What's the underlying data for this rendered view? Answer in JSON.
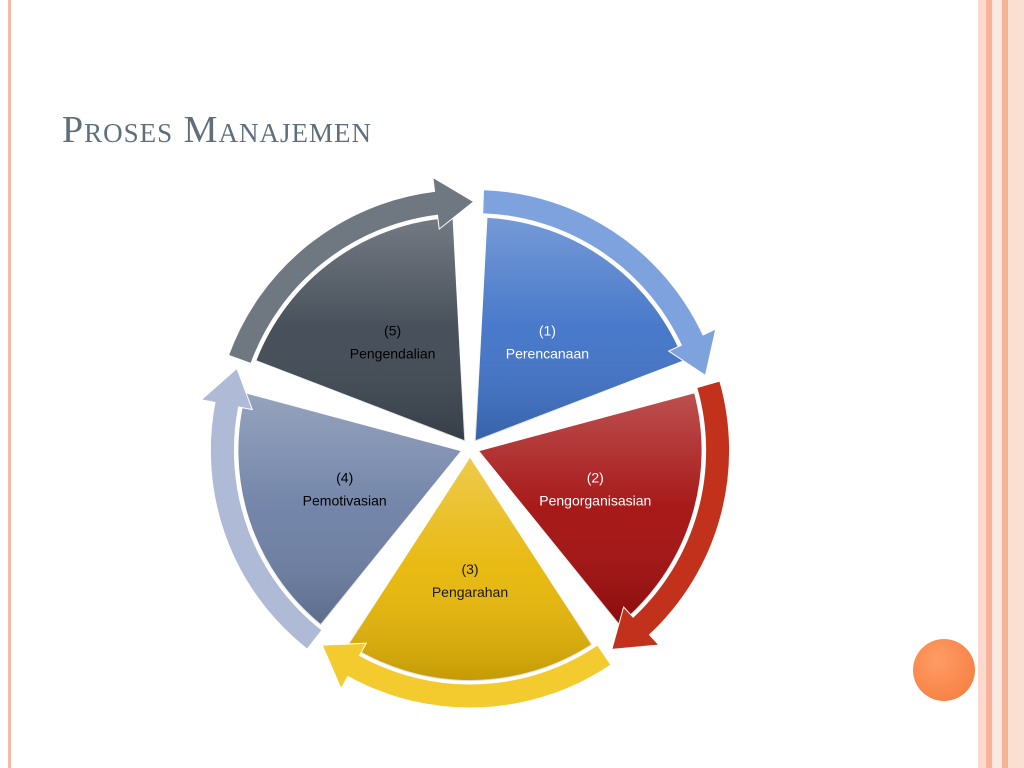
{
  "title": "Proses Manajemen",
  "segments": [
    {
      "number": "(1)",
      "label": "Perencanaan",
      "color": "#3f72c7",
      "arrow_color": "#7ea2dd",
      "text_color": "#ffffff"
    },
    {
      "number": "(2)",
      "label": "Pengorganisasian",
      "color": "#a30d0d",
      "arrow_color": "#c1311b",
      "text_color": "#ffffff"
    },
    {
      "number": "(3)",
      "label": "Pengarahan",
      "color": "#e7b606",
      "arrow_color": "#f3cb2e",
      "text_color": "#1a1a1a"
    },
    {
      "number": "(4)",
      "label": "Pemotivasian",
      "color": "#6c7fa4",
      "arrow_color": "#aebad6",
      "text_color": "#000000"
    },
    {
      "number": "(5)",
      "label": "Pengendalian",
      "color": "#3e4752",
      "arrow_color": "#6f7780",
      "text_color": "#000000"
    }
  ],
  "theme": {
    "border_color": "#f6b9a6",
    "accent_dot_color": "#f47a3a",
    "title_color": "#5f6f7d"
  }
}
